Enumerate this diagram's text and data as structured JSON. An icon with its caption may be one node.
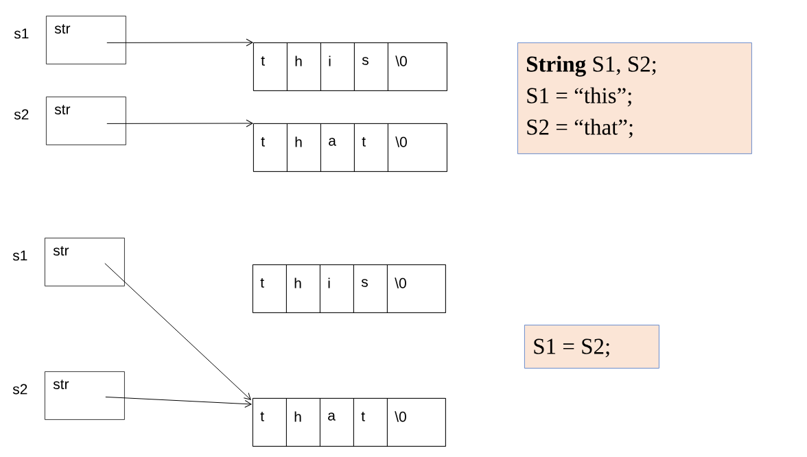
{
  "diagram": {
    "nodes": [
      {
        "text": [
          "str"
        ],
        "beside": [
          "s1"
        ]
      },
      {
        "text": [],
        "shape": "box"
      },
      {
        "text": [
          "t"
        ],
        "in": 1
      },
      {
        "text": [
          "h"
        ],
        "in": 1
      },
      {
        "text": [
          "i"
        ],
        "in": 1
      },
      {
        "text": [
          "s"
        ],
        "in": 1
      },
      {
        "text": [
          "\\0"
        ],
        "in": 1
      },
      {
        "text": [
          "**String** S1, S2;",
          "S1 = “this”;",
          "S2 = “that”;"
        ]
      },
      {
        "text": [
          "str"
        ],
        "beside": [
          "s2"
        ]
      },
      {
        "text": [],
        "shape": "box"
      },
      {
        "text": [
          "t"
        ],
        "in": 9
      },
      {
        "text": [
          "h"
        ],
        "in": 9
      },
      {
        "text": [
          "a"
        ],
        "in": 9
      },
      {
        "text": [
          "t"
        ],
        "in": 9
      },
      {
        "text": [
          "\\0"
        ],
        "in": 9
      },
      {
        "text": [
          "str"
        ],
        "beside": [
          "s1"
        ]
      },
      {
        "text": [],
        "shape": "box"
      },
      {
        "text": [
          "t"
        ],
        "in": 16
      },
      {
        "text": [
          "h"
        ],
        "in": 16
      },
      {
        "text": [
          "i"
        ],
        "in": 16
      },
      {
        "text": [
          "s"
        ],
        "in": 16
      },
      {
        "text": [
          "\\0"
        ],
        "in": 16
      },
      {
        "text": [
          "S1 = S2;"
        ]
      },
      {
        "text": [
          "str"
        ],
        "beside": [
          "s2"
        ]
      },
      {
        "text": [],
        "shape": "box"
      },
      {
        "text": [
          "t"
        ],
        "in": 24
      },
      {
        "text": [
          "h"
        ],
        "in": 24
      },
      {
        "text": [
          "a"
        ],
        "in": 24
      },
      {
        "text": [
          "t"
        ],
        "in": 24
      },
      {
        "text": [
          "\\0"
        ],
        "in": 24
      }
    ],
    "edges": [
      {
        "from": 0,
        "to": 1,
        "arrow": "to"
      },
      {
        "from": 8,
        "to": 9,
        "arrow": "to"
      },
      {
        "from": 15,
        "to": 24,
        "arrow": "to"
      },
      {
        "from": 23,
        "to": 24,
        "arrow": "to"
      }
    ]
  }
}
